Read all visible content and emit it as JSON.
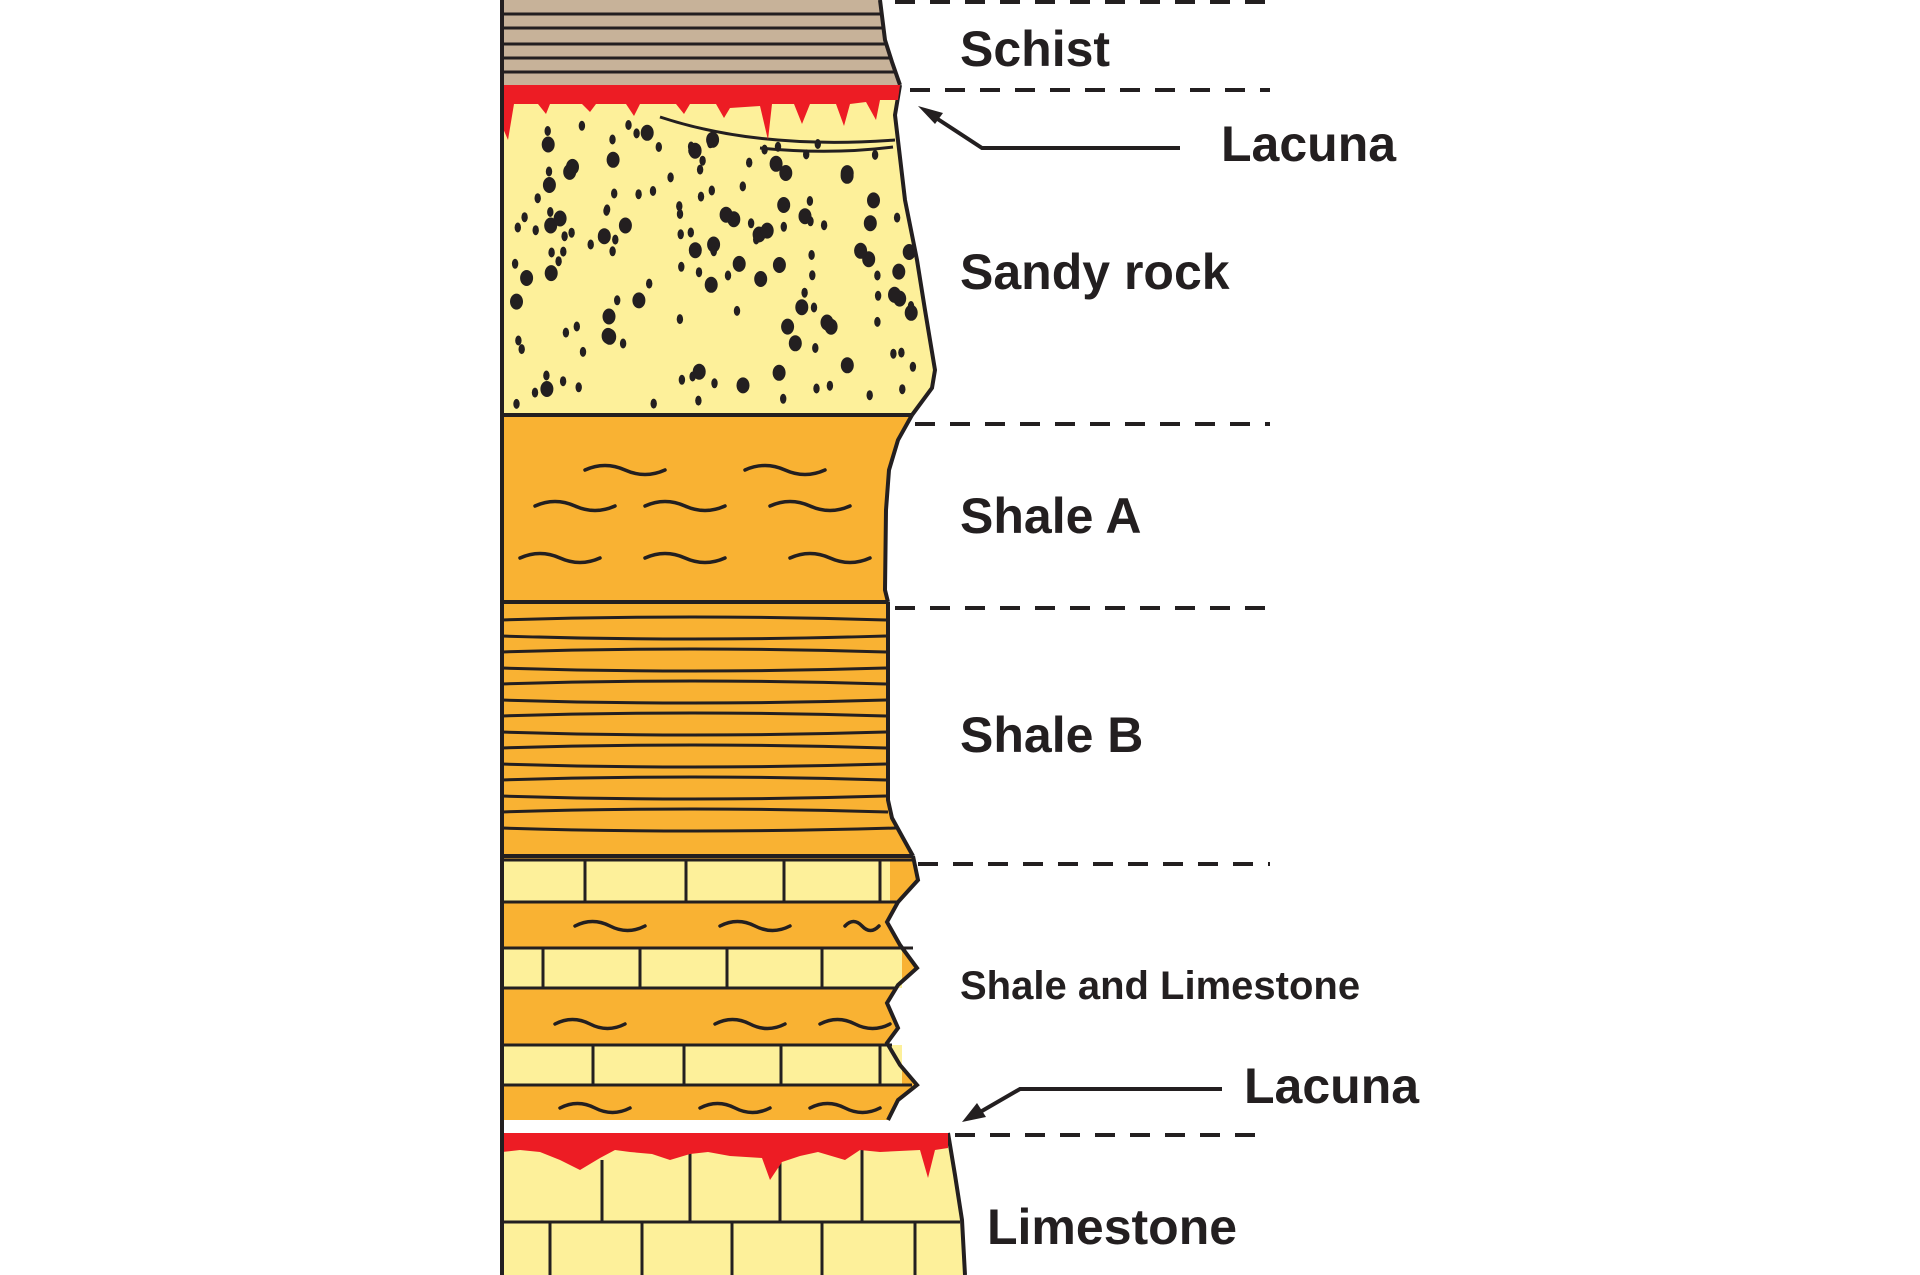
{
  "layers": {
    "schist": "Schist",
    "lacuna_top": "Lacuna",
    "sandy_rock": "Sandy rock",
    "shale_a": "Shale A",
    "shale_b": "Shale B",
    "shale_and_limestone": "Shale and Limestone",
    "lacuna_bottom": "Lacuna",
    "limestone": "Limestone"
  },
  "colors": {
    "schist": "#c7b299",
    "sandy_rock": "#fdf09a",
    "shale": "#f9b233",
    "limestone": "#fdf09a",
    "lacuna": "#ed1c24",
    "outline": "#231f20"
  },
  "icons": {
    "lacuna_arrow": "arrow-left-icon"
  }
}
